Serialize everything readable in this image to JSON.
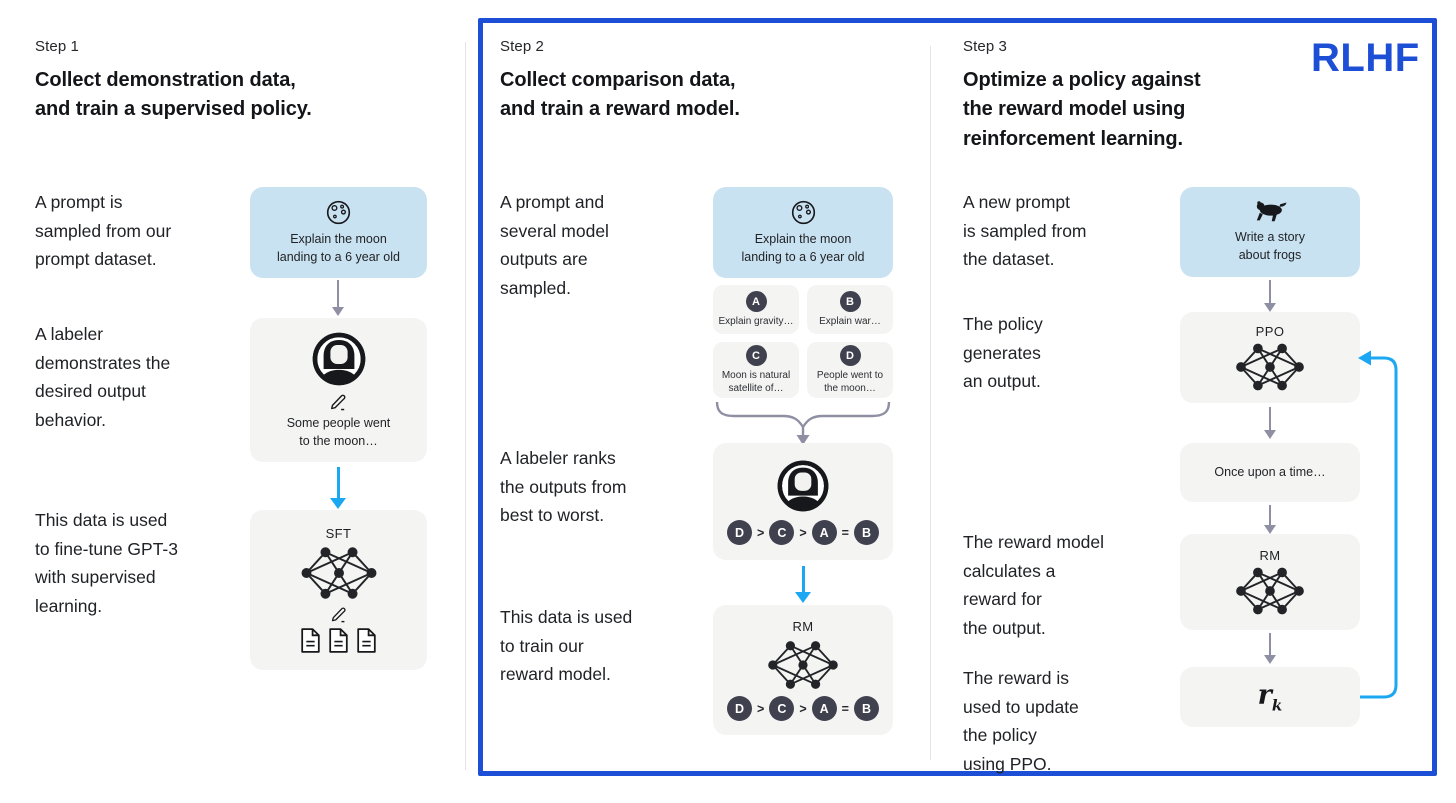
{
  "badge": "RLHF",
  "colors": {
    "accent_blue": "#1d4fd6",
    "arrow_blue": "#1ca7f2",
    "arrow_gray": "#8f8fa3",
    "prompt_box_blue": "#c9e2f1",
    "card_gray": "#f4f4f3",
    "badge_navy": "#40414f",
    "text_dark": "#202226"
  },
  "icons": {
    "moon": "moon-icon",
    "labeler": "labeler-avatar-icon",
    "pencil": "pencil-icon",
    "network": "neural-network-icon",
    "document": "document-icon",
    "frog": "frog-icon",
    "brace": "curly-brace-merge-icon",
    "feedback": "feedback-loop-arrow"
  },
  "step1": {
    "label": "Step 1",
    "title": "Collect demonstration data,\nand train a supervised policy.",
    "cap1": "A prompt is\nsampled from our\nprompt dataset.",
    "cap2": "A labeler\ndemonstrates the\ndesired output\nbehavior.",
    "cap3": "This data is used\nto fine-tune GPT-3\nwith supervised\nlearning.",
    "prompt_box": "Explain the moon\nlanding to a 6 year old",
    "labeler_box": "Some people went\nto the moon…",
    "model_label": "SFT"
  },
  "step2": {
    "label": "Step 2",
    "title": "Collect comparison data,\nand train a reward model.",
    "cap1": "A prompt and\nseveral model\noutputs are\nsampled.",
    "cap2": "A labeler ranks\nthe outputs from\nbest to worst.",
    "cap3": "This data is used\nto train our\nreward model.",
    "prompt_box": "Explain the moon\nlanding to a 6 year old",
    "outputs": [
      {
        "letter": "A",
        "text": "Explain gravity…"
      },
      {
        "letter": "B",
        "text": "Explain war…"
      },
      {
        "letter": "C",
        "text": "Moon is natural\nsatellite of…"
      },
      {
        "letter": "D",
        "text": "People went to\nthe moon…"
      }
    ],
    "ranking": [
      "D",
      ">",
      "C",
      ">",
      "A",
      "=",
      "B"
    ],
    "model_label": "RM"
  },
  "step3": {
    "label": "Step 3",
    "title": "Optimize a policy against\nthe reward model using\nreinforcement learning.",
    "cap1": "A new prompt\nis sampled from\nthe dataset.",
    "cap2": "The policy\ngenerates\nan output.",
    "cap3": "The reward model\ncalculates a\nreward for\nthe output.",
    "cap4": "The reward is\nused to update\nthe policy\nusing PPO.",
    "prompt_box": "Write a story\nabout frogs",
    "ppo_label": "PPO",
    "output_box": "Once upon a time…",
    "rm_label": "RM",
    "reward_base": "r",
    "reward_sub": "k"
  }
}
